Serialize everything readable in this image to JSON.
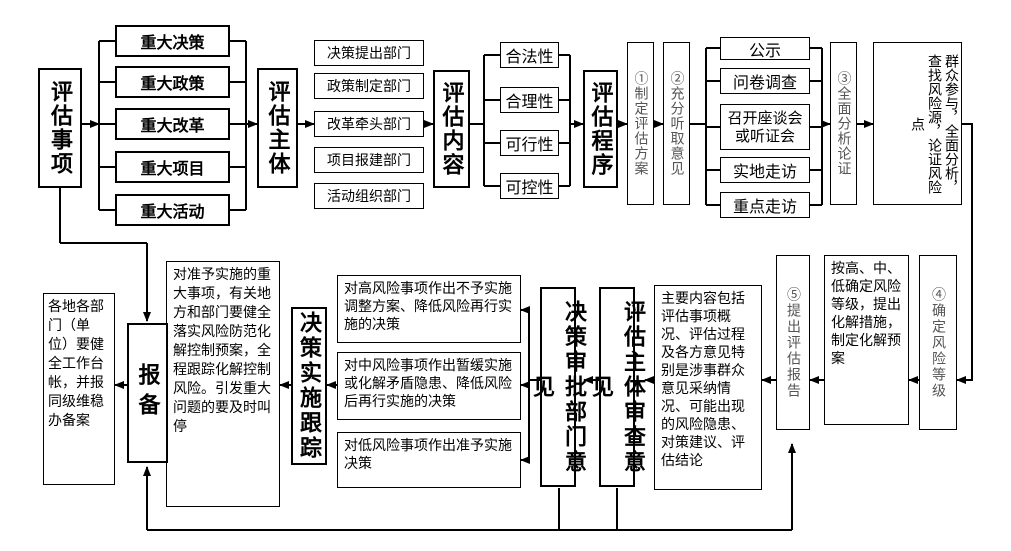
{
  "row1": {
    "item_box": "评估事项",
    "items": [
      "重大决策",
      "重大政策",
      "重大改革",
      "重大项目",
      "重大活动"
    ],
    "subject_box": "评估主体",
    "departments": [
      "决策提出部门",
      "政策制定部门",
      "改革牵头部门",
      "项目报建部门",
      "活动组织部门"
    ],
    "content_box": "评估内容",
    "criteria": [
      "合法性",
      "合理性",
      "可行性",
      "可控性"
    ],
    "procedure_box": "评估程序",
    "step1": "①制定评估方案",
    "step2": "②充分听取意见",
    "methods": [
      "公示",
      "问卷调查",
      "召开座谈会或听证会",
      "实地走访",
      "重点走访"
    ],
    "step3": "③全面分析论证",
    "analysis": "群众参与，全面分析，查找风险源，论证风险点"
  },
  "row2": {
    "step4": "④确定风险等级",
    "grading": "按高、中、低确定风险等级，提出化解措施，制定化解预案",
    "step5": "⑤提出评估报告",
    "report_content": "主要内容包括评估事项概况、评估过程及各方意见特别是涉事群众意见采纳情况、可能出现的风险隐患、对策建议、评估结论",
    "review_box": "评估主体审查意见",
    "decision_box": "决策审批部门意见",
    "outcomes": [
      "对高风险事项作出不予实施调整方案、降低风险再行实施的决策",
      "对中风险事项作出暂缓实施或化解矛盾隐患、降低风险后再行实施的决策",
      "对低风险事项作出准予实施决策"
    ],
    "tracking_box": "决策实施跟踪",
    "tracking_text": "对准予实施的重大事项，有关地方和部门要健全落实风险防范化解控制预案，全程跟踪化解控制风险。引发重大问题的要及时叫停",
    "filing_box": "报备",
    "filing_text": "各地各部门（单位）要健全工作台帐，并报同级维稳办备案"
  }
}
